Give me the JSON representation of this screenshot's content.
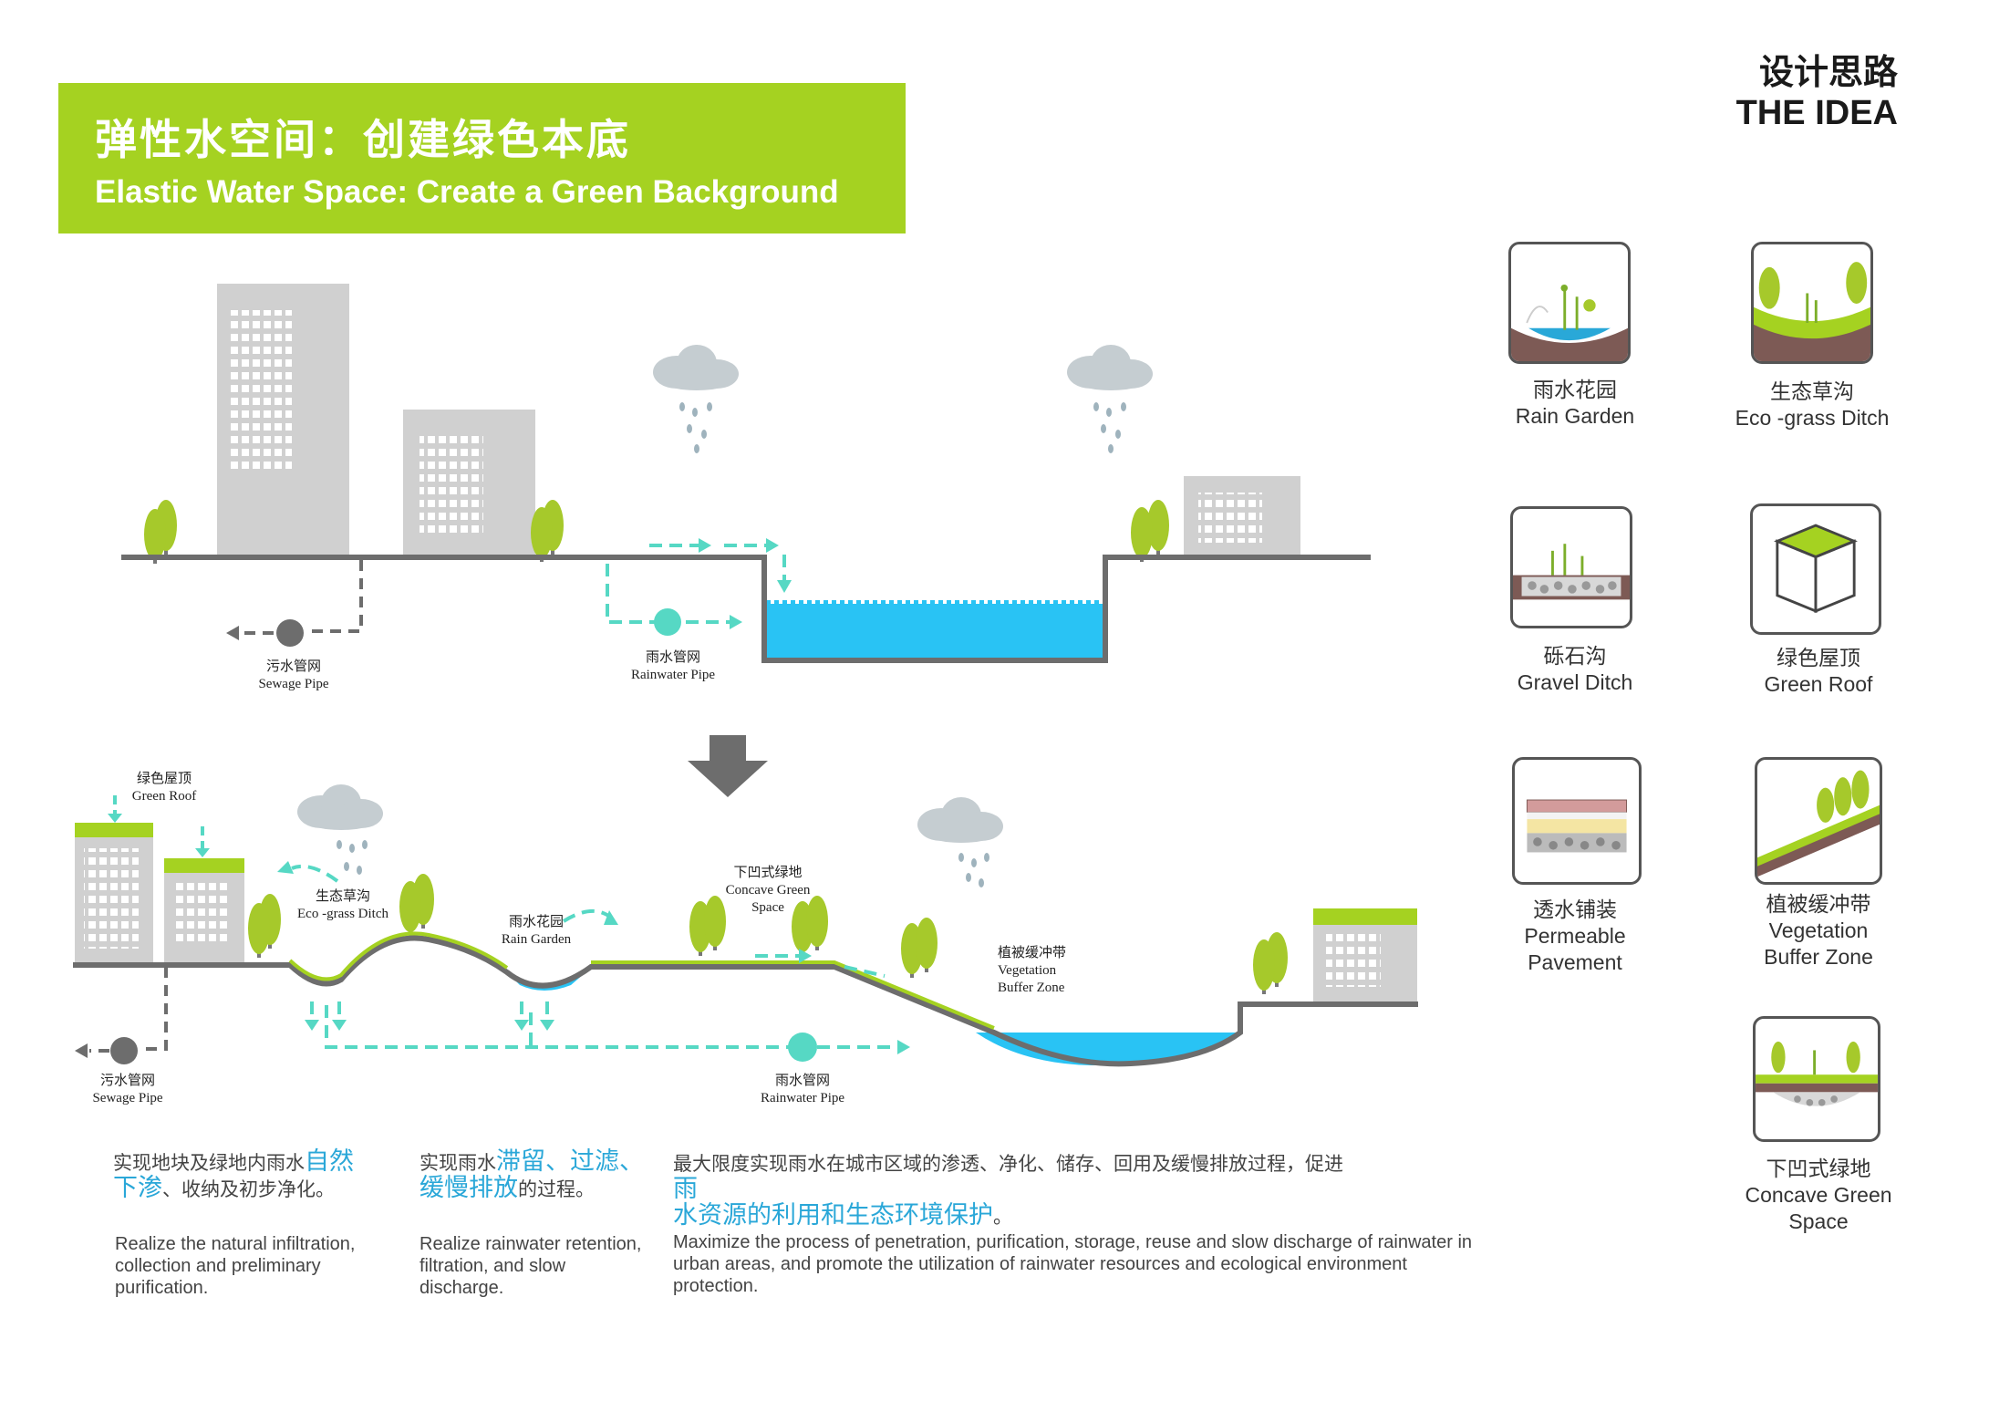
{
  "header": {
    "title_zh": "弹性水空间：创建绿色本底",
    "title_en": "Elastic Water Space: Create a Green Background",
    "idea_zh": "设计思路",
    "idea_en": "THE IDEA"
  },
  "top_diagram": {
    "sewage_pipe_zh": "污水管网",
    "sewage_pipe_en": "Sewage Pipe",
    "rainwater_pipe_zh": "雨水管网",
    "rainwater_pipe_en": "Rainwater Pipe"
  },
  "bottom_diagram": {
    "green_roof_zh": "绿色屋顶",
    "green_roof_en": "Green Roof",
    "eco_ditch_zh": "生态草沟",
    "eco_ditch_en": "Eco -grass Ditch",
    "rain_garden_zh": "雨水花园",
    "rain_garden_en": "Rain Garden",
    "concave_zh": "下凹式绿地",
    "concave_en_1": "Concave Green",
    "concave_en_2": "Space",
    "buffer_zh": "植被缓冲带",
    "buffer_en_1": "Vegetation",
    "buffer_en_2": "Buffer Zone",
    "sewage_pipe_zh": "污水管网",
    "sewage_pipe_en": "Sewage Pipe",
    "rainwater_pipe_zh": "雨水管网",
    "rainwater_pipe_en": "Rainwater Pipe"
  },
  "idea_items": [
    {
      "zh": "雨水花园",
      "en": "Rain Garden",
      "icon": "rain-garden-icon"
    },
    {
      "zh": "生态草沟",
      "en": "Eco -grass Ditch",
      "icon": "eco-grass-ditch-icon"
    },
    {
      "zh": "砾石沟",
      "en": "Gravel Ditch",
      "icon": "gravel-ditch-icon"
    },
    {
      "zh": "绿色屋顶",
      "en": "Green Roof",
      "icon": "green-roof-icon"
    },
    {
      "zh": "透水铺装",
      "en": "Permeable",
      "en2": "Pavement",
      "icon": "permeable-pavement-icon"
    },
    {
      "zh": "植被缓冲带",
      "en": "Vegetation",
      "en2": "Buffer Zone",
      "icon": "vegetation-buffer-icon"
    },
    {
      "zh": "下凹式绿地",
      "en": "Concave Green",
      "en2": "Space",
      "icon": "concave-green-space-icon"
    }
  ],
  "descriptions": {
    "d1_zh_pre": "实现地块及绿地内雨水",
    "d1_zh_hl1": "自然",
    "d1_zh_hl2": "下渗",
    "d1_zh_post": "、收纳及初步净化。",
    "d1_en": "Realize the natural infiltration, collection and preliminary purification.",
    "d2_zh_pre": "实现雨水",
    "d2_zh_hl1": "滞留、过滤、",
    "d2_zh_hl2": "缓慢排放",
    "d2_zh_post": "的过程。",
    "d2_en": "Realize rainwater retention, filtration, and slow discharge.",
    "d3_zh_pre": "最大限度实现雨水在城市区域的渗透、净化、储存、回用及缓慢排放过程，促进",
    "d3_zh_hl1": "雨",
    "d3_zh_hl2": "水资源的利用和生态环境保护",
    "d3_zh_post": "。",
    "d3_en": "Maximize the process of penetration, purification, storage, reuse and slow discharge of rainwater in urban areas, and promote the utilization of rainwater resources and ecological environment protection."
  },
  "colors": {
    "accent_green": "#a5d221",
    "water_blue": "#29c3f4",
    "flow_teal": "#56d8c4",
    "building_gray": "#d0d0d0",
    "ground_gray": "#6d6d6d",
    "tree_green": "#a6c92b",
    "highlight_blue": "#2aa7d8"
  }
}
